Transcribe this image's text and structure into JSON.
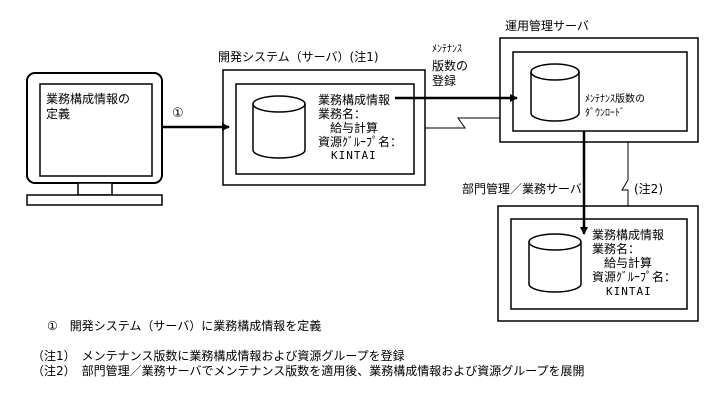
{
  "pc": {
    "screen_lines": [
      "業務構成情報の",
      "定義"
    ]
  },
  "step_marker": "①",
  "dev_server": {
    "title": "開発システム（サーバ）(注1)",
    "info_lines": [
      "業務構成情報",
      "業務名：",
      "給与計算",
      "資源ｸﾞﾙｰﾌﾟ名：",
      "KINTAI"
    ]
  },
  "registration_label": {
    "lines": [
      "ﾒﾝﾃﾅﾝｽ",
      "版数の",
      "登録"
    ]
  },
  "ops_server": {
    "title": "運用管理サーバ",
    "download_lines": [
      "ﾒﾝﾃﾅﾝｽ版数の",
      "ﾀﾞｳﾝﾛｰﾄﾞ"
    ]
  },
  "dept_server": {
    "title": "部門管理／業務サーバ",
    "note_marker": "(注2)",
    "info_lines": [
      "業務構成情報",
      "業務名：",
      "給与計算",
      "資源ｸﾞﾙｰﾌﾟ名：",
      "KINTAI"
    ]
  },
  "notes": [
    "①　開発システム（サーバ）に業務構成情報を定義",
    "（注1）　メンテナンス版数に業務構成情報および資源グループを登録",
    "（注2）　部門管理／業務サーバでメンテナンス版数を適用後、業務構成情報および資源グループを展開"
  ]
}
